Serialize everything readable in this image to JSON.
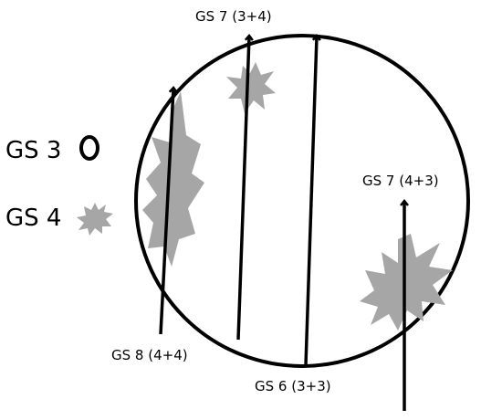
{
  "legend": {
    "gs3_label": "GS 3",
    "gs4_label": "GS 4"
  },
  "cores": [
    {
      "id": "gs7_3plus4",
      "label": "GS 7 (3+4)"
    },
    {
      "id": "gs7_4plus3",
      "label": "GS 7 (4+3)"
    },
    {
      "id": "gs8_4plus4",
      "label": "GS 8 (4+4)"
    },
    {
      "id": "gs6_3plus3",
      "label": "GS 6 (3+3)"
    }
  ],
  "colors": {
    "outline": "#000000",
    "gs4_lesion": "#a6a6a6",
    "background": "#ffffff"
  }
}
